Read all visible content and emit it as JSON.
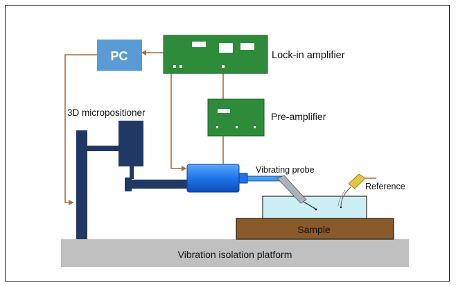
{
  "labels": {
    "pc": "PC",
    "lockin": "Lock-in amplifier",
    "preamp": "Pre-amplifier",
    "micropositioner": "3D micropositioner",
    "probe": "Vibrating probe",
    "reference": "Reference",
    "sample": "Sample",
    "platform": "Vibration isolation platform"
  },
  "colors": {
    "pc_box": "#5b9bd5",
    "circuit_board": "#2e8b3a",
    "stand": "#1f3864",
    "probe_housing": "#1e73e8",
    "wire": "#a0703c",
    "sample_block": "#8b5a2b",
    "solution": "#cdeef5",
    "platform": "#c0c0c0",
    "reference_electrode": "#e6c640"
  }
}
